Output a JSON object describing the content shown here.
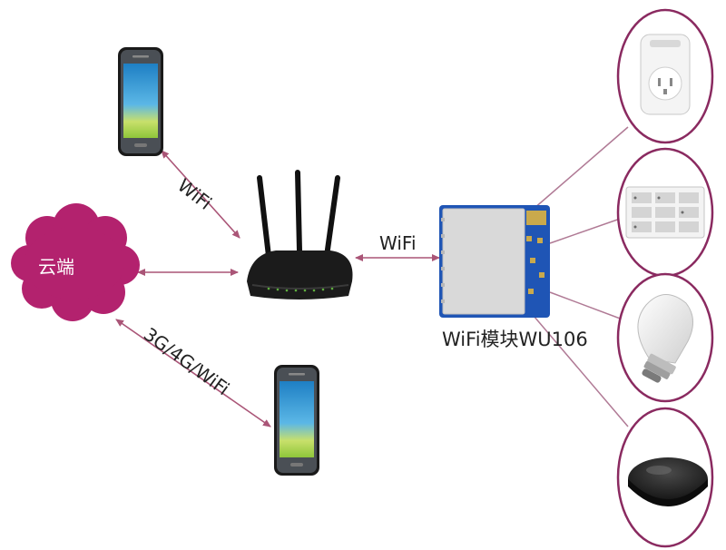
{
  "labels": {
    "cloud": "云端",
    "link_phone_router": "WiFi",
    "link_router_module": "WiFi",
    "link_cloud_phone": "3G/4G/WiFi",
    "module_name": "WiFi模块WU106"
  },
  "colors": {
    "cloud": "#b3226e",
    "device_ring": "#8a2a60",
    "connector": "#b07a95",
    "arrow": "#aa5577",
    "phone_screen_top": "#2e9bd6",
    "phone_screen_bottom": "#9bcc3a",
    "module_board": "#1f55b5",
    "router_body": "#1b1b1b"
  },
  "icons": {
    "cloud": "cloud-shape",
    "phones": "smartphone-icon",
    "router": "wifi-router-icon",
    "module": "wifi-module-chip",
    "devices": [
      "smart-plug-icon",
      "switch-panel-icon",
      "light-bulb-icon",
      "ir-remote-hub-icon"
    ]
  }
}
